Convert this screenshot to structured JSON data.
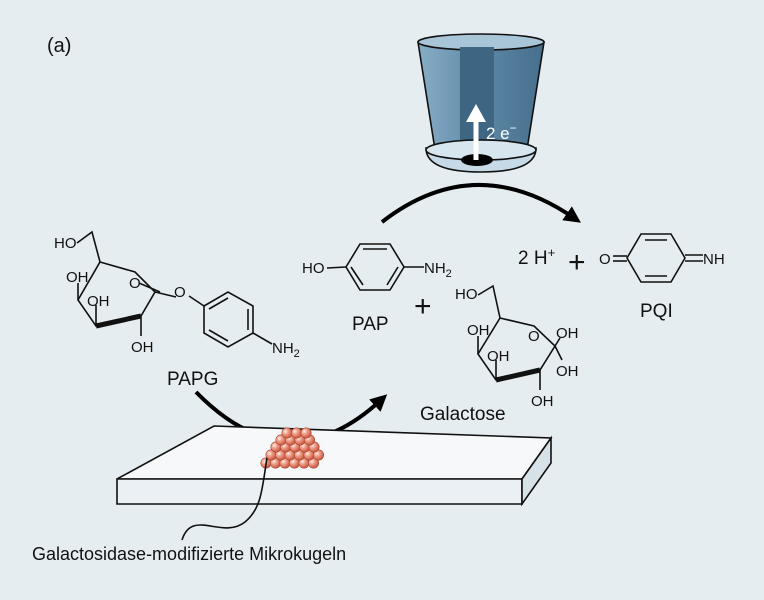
{
  "panel_label": "(a)",
  "labels": {
    "papg": "PAPG",
    "pap": "PAP",
    "galactose": "Galactose",
    "pqi": "PQI",
    "electrons_num": "2 e",
    "electrons_sup": "−",
    "protons_num": "2 H",
    "protons_sup": "+",
    "plus": "+",
    "microspheres": "Galactosidase-modifizierte Mikrokugeln"
  },
  "atoms": {
    "ho": "HO",
    "oh": "OH",
    "o": "O",
    "nh2_n": "NH",
    "nh2_sub": "2",
    "nh": "NH"
  },
  "colors": {
    "background": "#e6edf1",
    "electrode_body": "#5e8aa8",
    "electrode_light": "#8fb3cc",
    "beads": "#e47a62",
    "slab_top": "#f7f9fb",
    "slab_front": "#e8eef2"
  }
}
